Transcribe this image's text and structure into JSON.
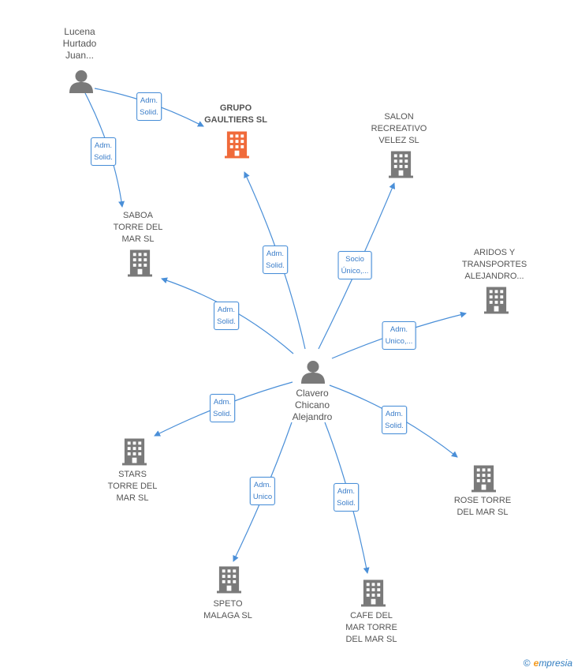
{
  "colors": {
    "edge": "#4a8fd8",
    "company": "#7a7a7a",
    "focus_company": "#f06a3a",
    "person": "#7a7a7a"
  },
  "nodes": {
    "lucena": {
      "label": "Lucena\nHurtado\nJuan...",
      "icon": "person-icon"
    },
    "grupo": {
      "label": "GRUPO\nGAULTIERS SL",
      "icon": "building-icon"
    },
    "salon": {
      "label": "SALON\nRECREATIVO\nVELEZ SL",
      "icon": "building-icon"
    },
    "saboa": {
      "label": "SABOA\nTORRE DEL\nMAR SL",
      "icon": "building-icon"
    },
    "aridos": {
      "label": "ARIDOS Y\nTRANSPORTES\nALEJANDRO...",
      "icon": "building-icon"
    },
    "clavero": {
      "label": "Clavero\nChicano\nAlejandro",
      "icon": "person-icon"
    },
    "stars": {
      "label": "STARS\nTORRE DEL\nMAR  SL",
      "icon": "building-icon"
    },
    "rose": {
      "label": "ROSE TORRE\nDEL MAR  SL",
      "icon": "building-icon"
    },
    "speto": {
      "label": "SPETO\nMALAGA  SL",
      "icon": "building-icon"
    },
    "cafe": {
      "label": "CAFE DEL\nMAR TORRE\nDEL MAR  SL",
      "icon": "building-icon"
    }
  },
  "edges": {
    "lucena_grupo": "Adm.\nSolid.",
    "lucena_saboa": "Adm.\nSolid.",
    "clavero_grupo": "Adm.\nSolid.",
    "clavero_salon": "Socio\nÚnico,...",
    "clavero_saboa": "Adm.\nSolid.",
    "clavero_aridos": "Adm.\nUnico,...",
    "clavero_stars": "Adm.\nSolid.",
    "clavero_rose": "Adm.\nSolid.",
    "clavero_speto": "Adm.\nUnico",
    "clavero_cafe": "Adm.\nSolid."
  },
  "brand": {
    "copyright": "©",
    "initial": "e",
    "name": "mpresia"
  }
}
